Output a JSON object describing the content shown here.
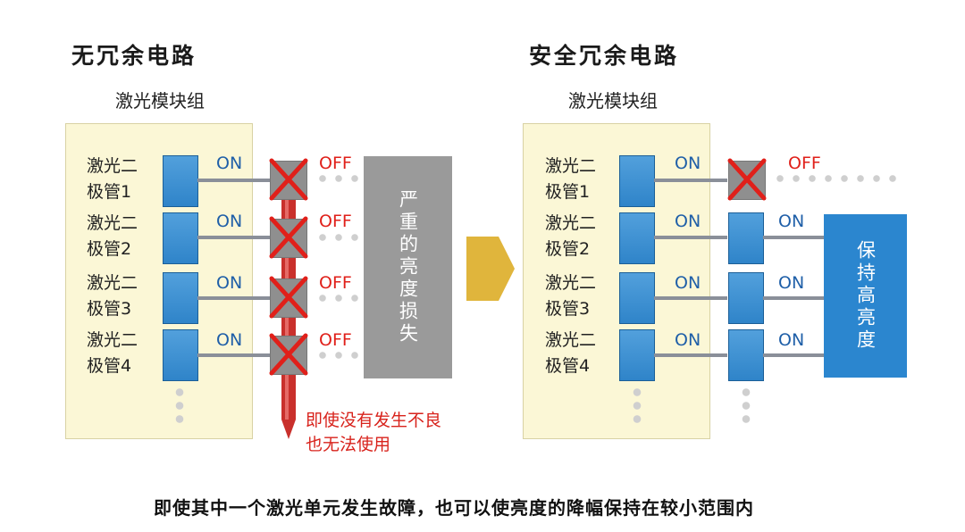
{
  "left_panel": {
    "title": "无冗余电路",
    "group_label": "激光模块组",
    "diodes": [
      {
        "label_line1": "激光二",
        "label_line2": "极管1",
        "input_state": "ON",
        "output_state": "OFF"
      },
      {
        "label_line1": "激光二",
        "label_line2": "极管2",
        "input_state": "ON",
        "output_state": "OFF"
      },
      {
        "label_line1": "激光二",
        "label_line2": "极管3",
        "input_state": "ON",
        "output_state": "OFF"
      },
      {
        "label_line1": "激光二",
        "label_line2": "极管4",
        "input_state": "ON",
        "output_state": "OFF"
      }
    ],
    "result_box": "严重的亮度损失",
    "note_line1": "即使没有发生不良",
    "note_line2": "也无法使用"
  },
  "right_panel": {
    "title": "安全冗余电路",
    "group_label": "激光模块组",
    "diodes": [
      {
        "label_line1": "激光二",
        "label_line2": "极管1",
        "input_state": "ON",
        "output_state": "OFF"
      },
      {
        "label_line1": "激光二",
        "label_line2": "极管2",
        "input_state": "ON",
        "output_state": "ON"
      },
      {
        "label_line1": "激光二",
        "label_line2": "极管3",
        "input_state": "ON",
        "output_state": "ON"
      },
      {
        "label_line1": "激光二",
        "label_line2": "极管4",
        "input_state": "ON",
        "output_state": "ON"
      }
    ],
    "result_box": "保持高亮度"
  },
  "caption": "即使其中一个激光单元发生故障，也可以使亮度的降幅保持在较小范围内",
  "colors": {
    "laser_blue": "#2f84c9",
    "off_switch_gray": "#8f8f8f",
    "fault_red": "#d8231c",
    "result_gray": "#9a9a9a",
    "result_blue": "#2b86cf",
    "arrow_gold": "#e0b53c",
    "module_bg": "#fbf7d6"
  }
}
